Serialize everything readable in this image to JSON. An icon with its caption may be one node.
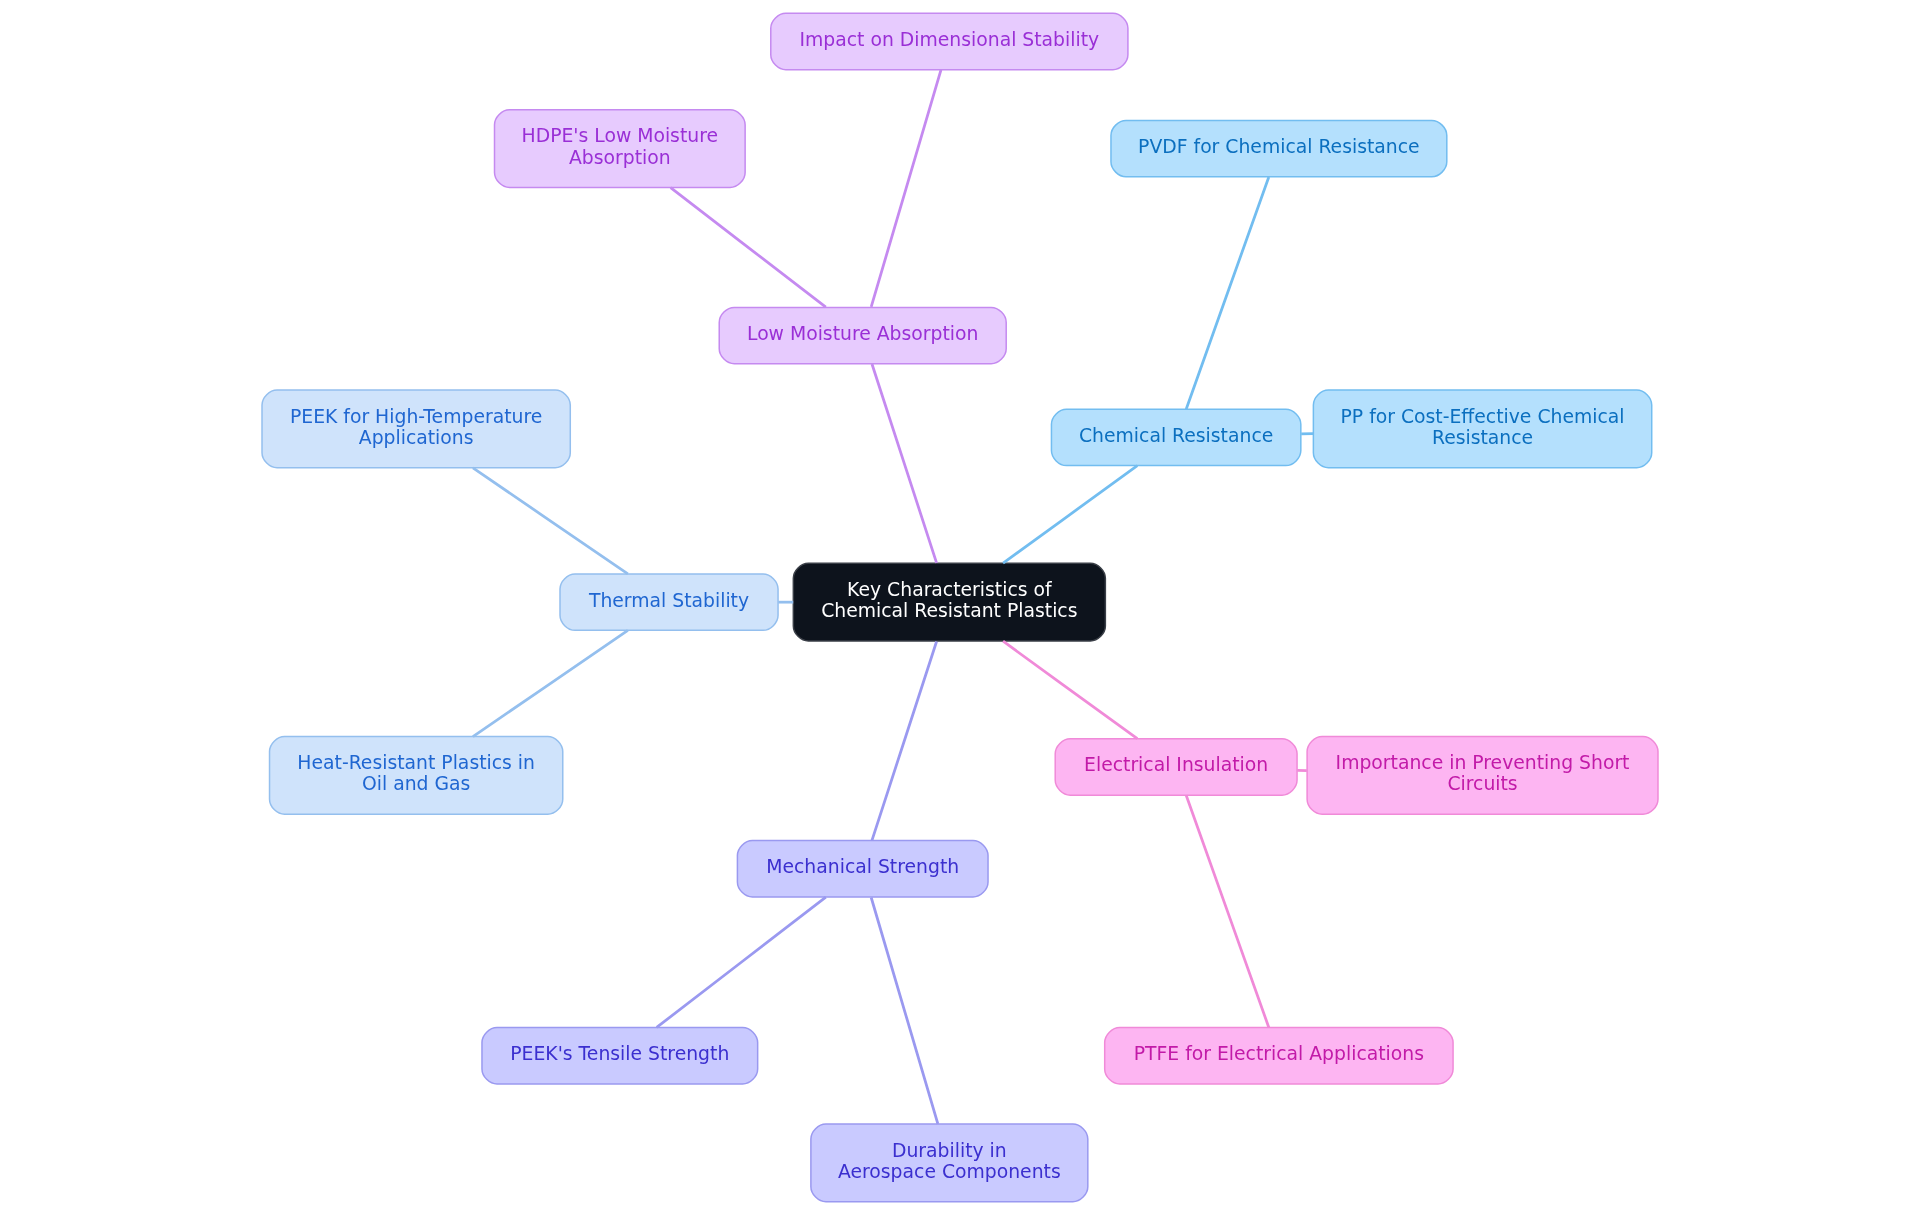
{
  "diagram": {
    "nodes": [
      {
        "text": [
          "Key Characteristics of Chemical Resistant Plastics"
        ]
      },
      {
        "text": [
          "Chemical Resistance"
        ]
      },
      {
        "text": [
          "PP for Cost-Effective Chemical Resistance"
        ]
      },
      {
        "text": [
          "PVDF for Chemical Resistance"
        ]
      },
      {
        "text": [
          "Low Moisture Absorption"
        ]
      },
      {
        "text": [
          "Impact on Dimensional Stability"
        ]
      },
      {
        "text": [
          "HDPE's Low Moisture Absorption"
        ]
      },
      {
        "text": [
          "Thermal Stability"
        ]
      },
      {
        "text": [
          "PEEK for High-Temperature Applications"
        ]
      },
      {
        "text": [
          "Heat-Resistant Plastics in Oil and Gas"
        ]
      },
      {
        "text": [
          "Mechanical Strength"
        ]
      },
      {
        "text": [
          "PEEK's Tensile Strength"
        ]
      },
      {
        "text": [
          "Durability in Aerospace Components"
        ]
      },
      {
        "text": [
          "Electrical Insulation"
        ]
      },
      {
        "text": [
          "PTFE for Electrical Applications"
        ]
      },
      {
        "text": [
          "Importance in Preventing Short Circuits"
        ]
      }
    ],
    "edges": [
      {
        "from": 0,
        "to": 1,
        "arrow": "none",
        "color": "#72bdf0"
      },
      {
        "from": 1,
        "to": 2,
        "arrow": "none",
        "color": "#72bdf0"
      },
      {
        "from": 1,
        "to": 3,
        "arrow": "none",
        "color": "#72bdf0"
      },
      {
        "from": 0,
        "to": 4,
        "arrow": "none",
        "color": "#c58af0"
      },
      {
        "from": 4,
        "to": 5,
        "arrow": "none",
        "color": "#c58af0"
      },
      {
        "from": 4,
        "to": 6,
        "arrow": "none",
        "color": "#c58af0"
      },
      {
        "from": 0,
        "to": 7,
        "arrow": "none",
        "color": "#94bfee"
      },
      {
        "from": 7,
        "to": 8,
        "arrow": "none",
        "color": "#94bfee"
      },
      {
        "from": 7,
        "to": 9,
        "arrow": "none",
        "color": "#94bfee"
      },
      {
        "from": 0,
        "to": 10,
        "arrow": "none",
        "color": "#9a99f0"
      },
      {
        "from": 10,
        "to": 11,
        "arrow": "none",
        "color": "#9a99f0"
      },
      {
        "from": 10,
        "to": 12,
        "arrow": "none",
        "color": "#9a99f0"
      },
      {
        "from": 0,
        "to": 13,
        "arrow": "none",
        "color": "#f08ad8"
      },
      {
        "from": 13,
        "to": 14,
        "arrow": "none",
        "color": "#f08ad8"
      },
      {
        "from": 13,
        "to": 15,
        "arrow": "none",
        "color": "#f08ad8"
      }
    ]
  }
}
